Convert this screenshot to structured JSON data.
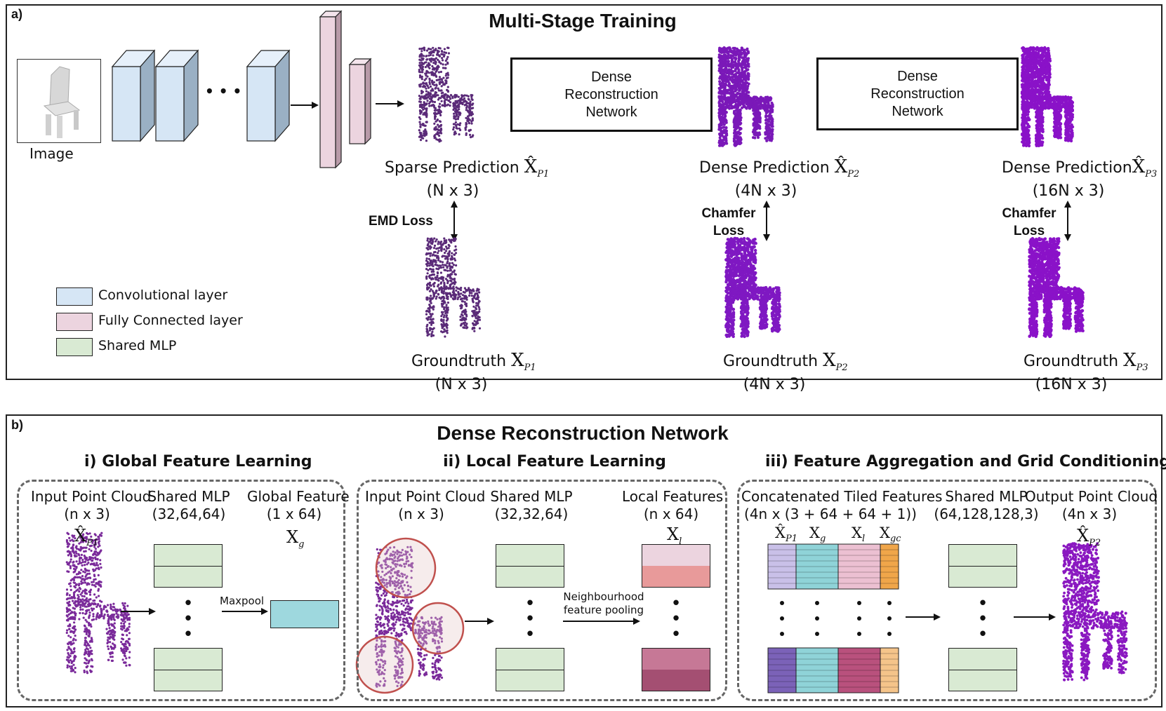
{
  "panel_a": {
    "tag": "a)",
    "title": "Multi-Stage Training",
    "image_label": "Image",
    "ellipsis": "• • •",
    "net1": "Dense Reconstruction Network",
    "net2": "Dense Reconstruction Network",
    "pred1": {
      "label": "Sparse Prediction",
      "sym": "X̂",
      "sub": "P1",
      "size": "(N x 3)"
    },
    "pred2": {
      "label": "Dense Prediction",
      "sym": "X̂",
      "sub": "P2",
      "size": "(4N x 3)"
    },
    "pred3": {
      "label": "Dense Prediction",
      "sym": "X̂",
      "sub": "P3",
      "size": "(16N x 3)"
    },
    "loss1": "EMD Loss",
    "loss2": "Chamfer Loss",
    "loss3": "Chamfer Loss",
    "gt1": {
      "label": "Groundtruth",
      "sym": "X",
      "sub": "P1",
      "size": "(N x 3)"
    },
    "gt2": {
      "label": "Groundtruth",
      "sym": "X",
      "sub": "P2",
      "size": "(4N x 3)"
    },
    "gt3": {
      "label": "Groundtruth",
      "sym": "X",
      "sub": "P3",
      "size": "(16N x 3)"
    },
    "legend": [
      {
        "label": "Convolutional layer",
        "color": "#d6e6f5"
      },
      {
        "label": "Fully Connected layer",
        "color": "#ecd4df"
      },
      {
        "label": "Shared MLP",
        "color": "#d9ead3"
      }
    ]
  },
  "panel_b": {
    "tag": "b)",
    "title": "Dense Reconstruction Network",
    "sec1": {
      "title": "i) Global Feature Learning",
      "col1": "Input Point Cloud",
      "col1_size": "(n x 3)",
      "col1_sym": "X̂",
      "col1_sub": "P1",
      "col2": "Shared MLP",
      "col2_size": "(32,64,64)",
      "col3": "Global Feature",
      "col3_size": "(1 x 64)",
      "col3_sym": "X",
      "col3_sub": "g",
      "arrow_label": "Maxpool"
    },
    "sec2": {
      "title": "ii) Local Feature Learning",
      "col1": "Input Point Cloud",
      "col1_size": "(n x 3)",
      "col2": "Shared MLP",
      "col2_size": "(32,32,64)",
      "col3": "Local Features",
      "col3_size": "(n x 64)",
      "col3_sym": "X",
      "col3_sub": "l",
      "arrow_label": "Neighbourhood feature pooling"
    },
    "sec3": {
      "title": "iii) Feature Aggregation and Grid Conditioning",
      "col1": "Concatenated Tiled Features",
      "col1_size": "(4n x (3 + 64 + 64 + 1))",
      "col2": "Shared MLP",
      "col2_size": "(64,128,128,3)",
      "col3": "Output Point Cloud",
      "col3_size": "(4n x 3)",
      "col3_sym": "X̂",
      "col3_sub": "P2",
      "feat_syms": [
        {
          "sym": "X̂",
          "sub": "P1"
        },
        {
          "sym": "X",
          "sub": "g"
        },
        {
          "sym": "X",
          "sub": "l"
        },
        {
          "sym": "X",
          "sub": "gc"
        }
      ]
    }
  }
}
